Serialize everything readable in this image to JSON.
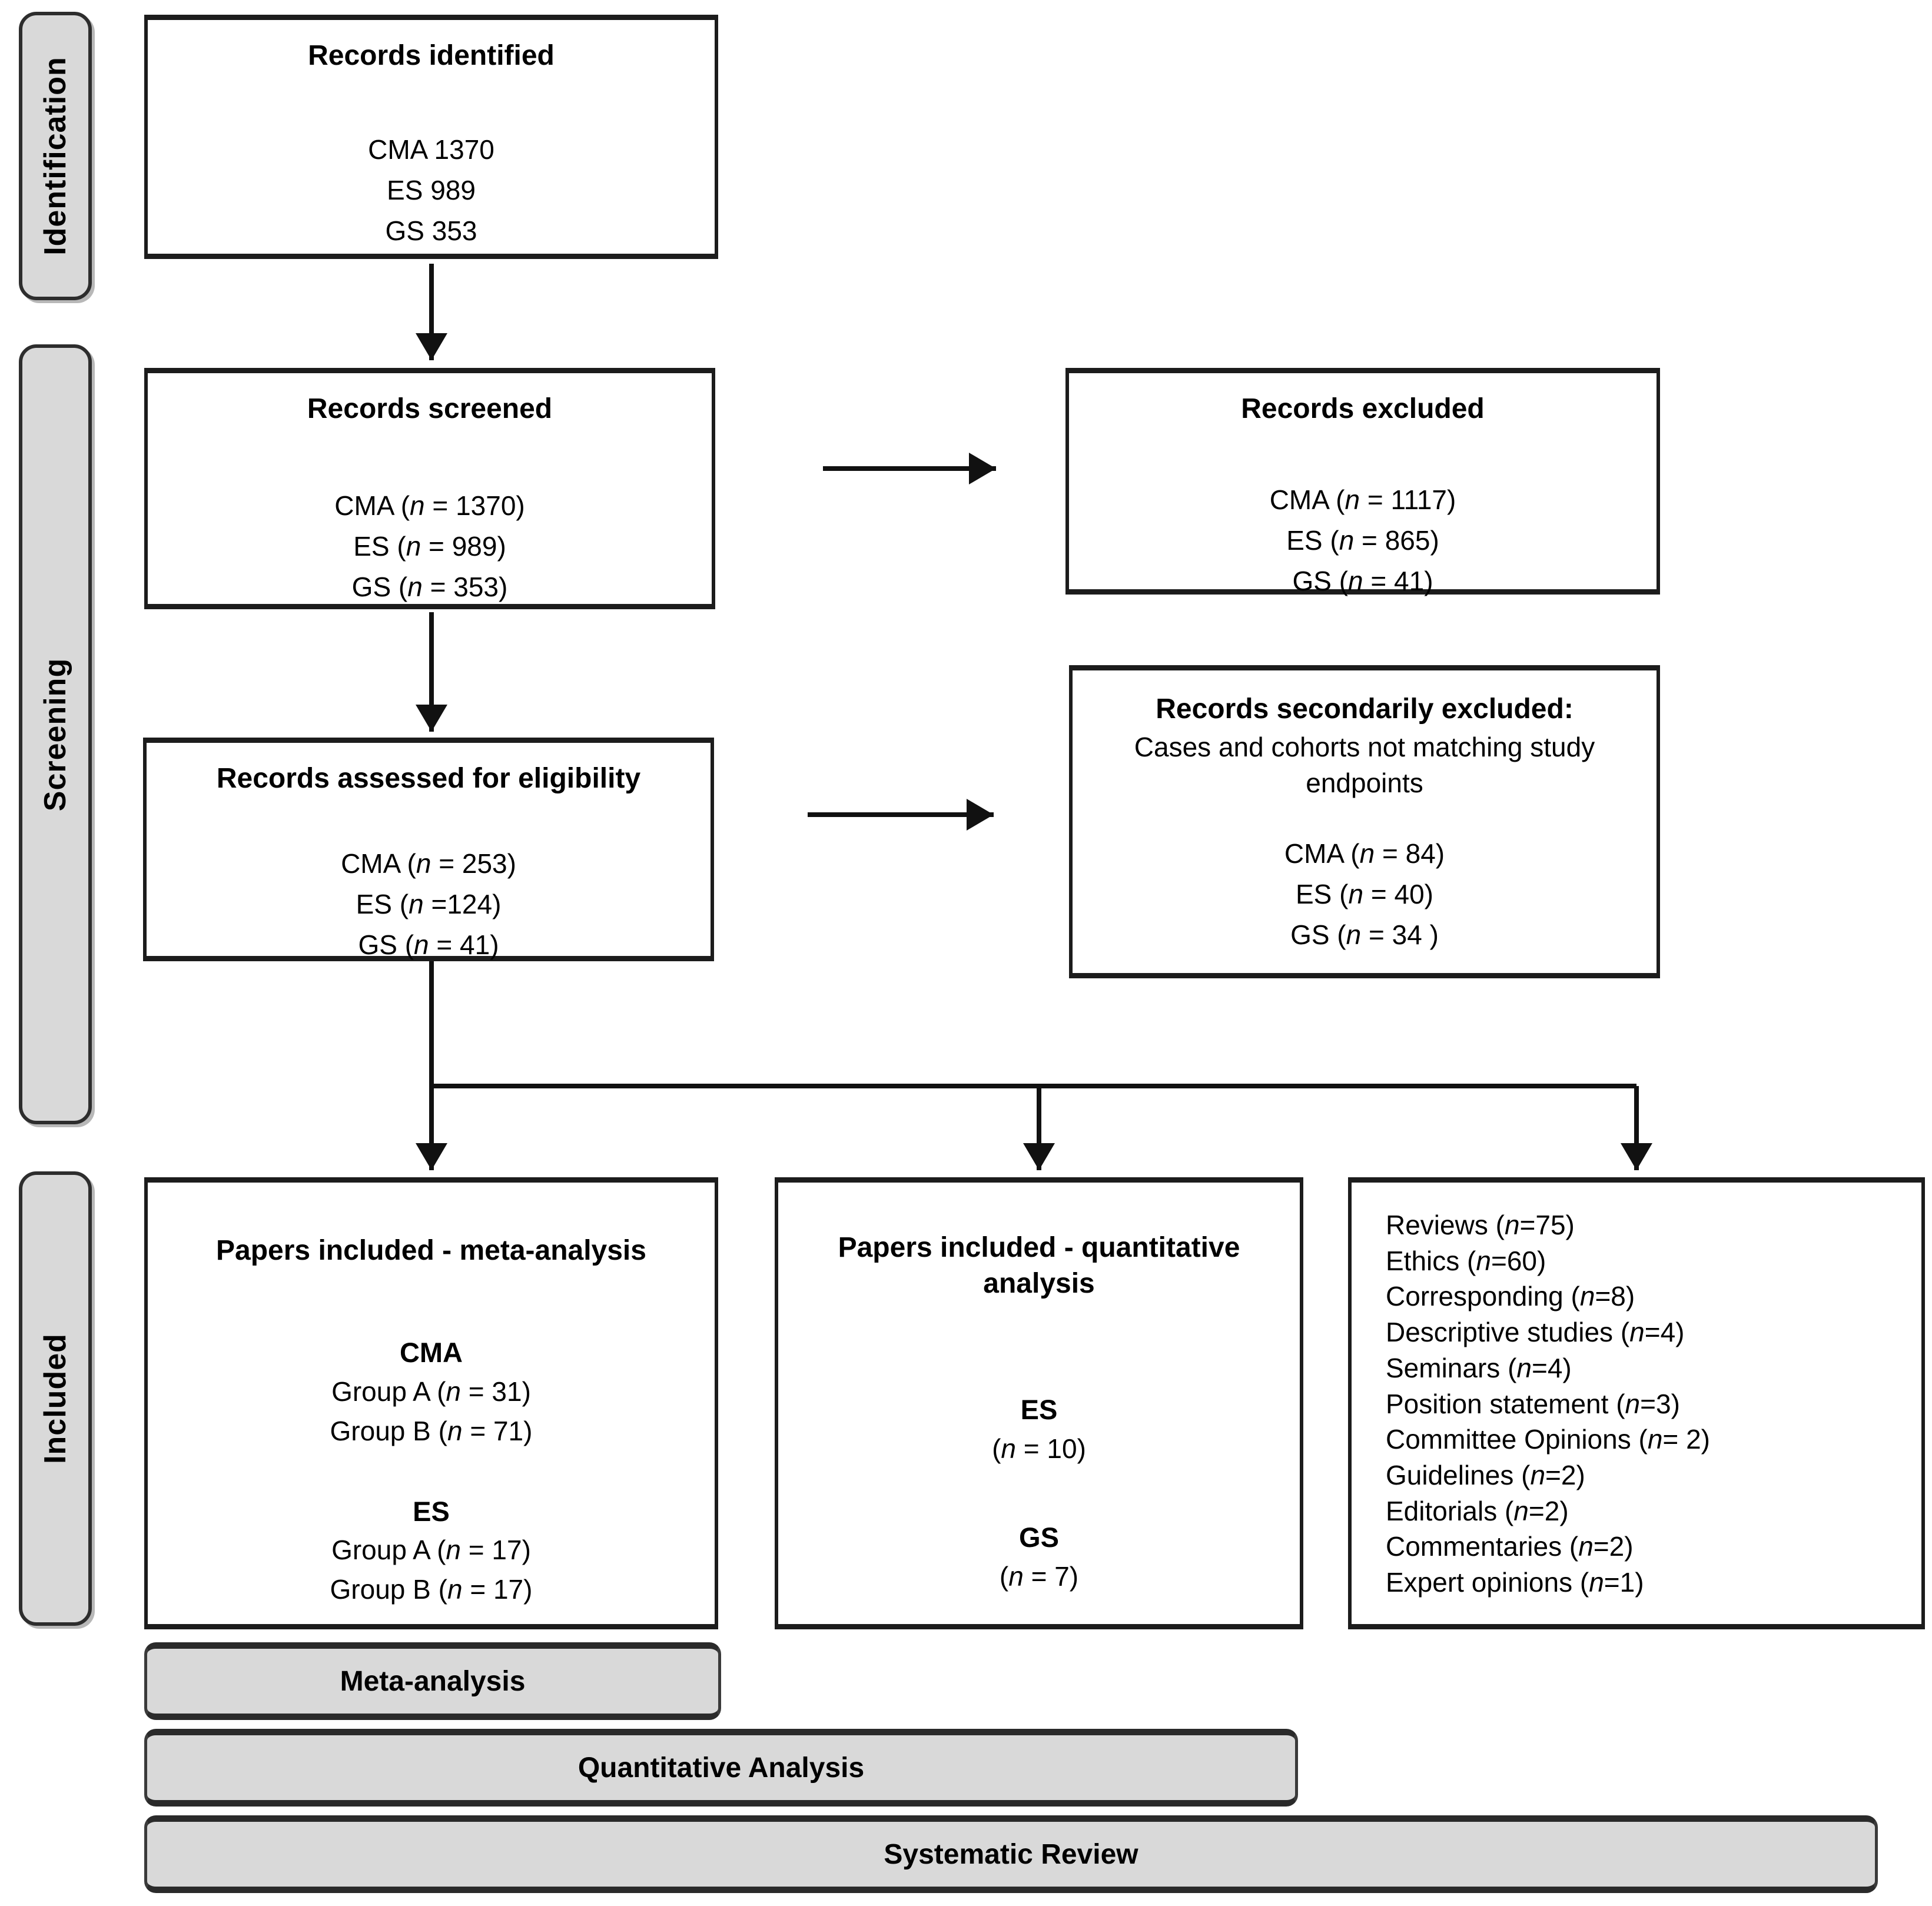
{
  "diagram": {
    "stages": {
      "identification": "Identification",
      "screening": "Screening",
      "included": "Included"
    },
    "boxes": {
      "records_identified": {
        "title": "Records identified",
        "lines": [
          "CMA 1370",
          "ES 989",
          "GS 353"
        ]
      },
      "records_screened": {
        "title": "Records screened",
        "lines": [
          "CMA (n = 1370)",
          "ES (n = 989)",
          "GS (n = 353)"
        ]
      },
      "records_excluded": {
        "title": "Records excluded",
        "lines": [
          "CMA (n = 1117)",
          "ES (n = 865)",
          "GS (n = 41)"
        ]
      },
      "records_assessed": {
        "title": "Records assessed for eligibility",
        "lines": [
          "CMA (n = 253)",
          "ES (n =124)",
          "GS (n = 41)"
        ]
      },
      "records_secondarily_excluded": {
        "title": "Records secondarily excluded:",
        "subtitle": "Cases and cohorts not matching study endpoints",
        "lines": [
          "CMA (n = 84)",
          "ES (n = 40)",
          "GS (n = 34 )"
        ]
      },
      "papers_meta": {
        "title": "Papers included - meta-analysis",
        "groups": [
          {
            "header": "CMA",
            "lines": [
              "Group A (n = 31)",
              "Group B (n = 71)"
            ]
          },
          {
            "header": "ES",
            "lines": [
              "Group A (n = 17)",
              "Group B (n = 17)"
            ]
          }
        ]
      },
      "papers_quant": {
        "title": "Papers included - quantitative analysis",
        "groups": [
          {
            "header": "ES",
            "lines": [
              "(n = 10)"
            ]
          },
          {
            "header": "GS",
            "lines": [
              "(n = 7)"
            ]
          }
        ]
      },
      "other_papers": {
        "items": [
          "Reviews (n=75)",
          "Ethics (n=60)",
          "Corresponding (n=8)",
          "Descriptive studies (n=4)",
          "Seminars (n=4)",
          "Position statement (n=3)",
          "Committee Opinions (n= 2)",
          "Guidelines (n=2)",
          "Editorials (n=2)",
          "Commentaries (n=2)",
          "Expert opinions (n=1)"
        ]
      }
    },
    "bars": {
      "meta": "Meta-analysis",
      "quant": "Quantitative Analysis",
      "systematic": "Systematic Review"
    },
    "colors": {
      "box_border": "#1c1c1c",
      "panel_fill": "#d9d9d9",
      "panel_border": "#3a3a3a",
      "arrow": "#111111"
    }
  }
}
